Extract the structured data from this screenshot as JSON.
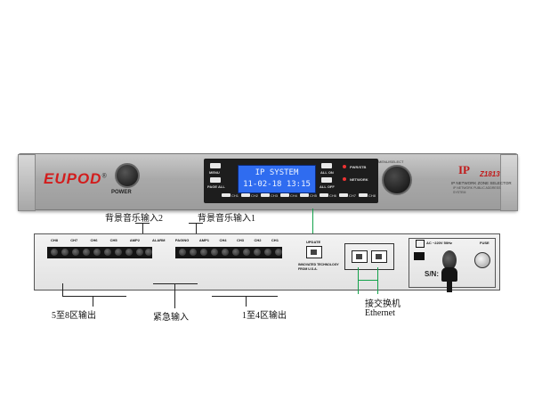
{
  "front": {
    "brand": "EUPOD",
    "brand_mark": "®",
    "power_label": "POWER",
    "display_line1": "IP SYSTEM",
    "display_line2": "11-02-18  13:15",
    "btn_menu": "MENU",
    "btn_page_all": "PAGE ALL",
    "btn_all_on": "ALL ON",
    "btn_all_off": "ALL OFF",
    "led_pwr_stb": "PWR/STB",
    "led_network": "NETWORK",
    "channels": [
      "CH1",
      "CH2",
      "CH3",
      "CH4",
      "CH5",
      "CH6",
      "CH7",
      "CH8"
    ],
    "select_label": "MENU/SELECT",
    "model_prefix": "IP",
    "model_number": "Z1813",
    "model_desc": "IP NETWORK ZONE SELECTOR",
    "model_sub": "IP NETWORK PUBLIC ADDRESS SYSTEM"
  },
  "rear": {
    "left_block_headers": [
      "CH8",
      "CH7",
      "CH6",
      "CH5",
      "AMP2"
    ],
    "right_block_headers": [
      "ALARM",
      "PAGING",
      "AMP1",
      "CH4",
      "CH3",
      "CH2",
      "CH1"
    ],
    "update_label": "UPDATE",
    "company_line": "INNOVATED TECHNOLOGY FROM U.S.A.",
    "ac_label": "AC ~220V 50Hz",
    "fuse_label": "FUSE",
    "sn_label": "S/N:"
  },
  "annotations": {
    "bgm_input_2": "背景音乐输入2",
    "bgm_input_1": "背景音乐输入1",
    "zone_5_8": "5至8区输出",
    "emergency": "紧急输入",
    "zone_1_4": "1至4区输出",
    "switch": "接交换机",
    "ethernet": "Ethernet"
  },
  "colors": {
    "brand_red": "#d21d1d",
    "lcd_blue": "#2f6cf0",
    "network_line": "#13a24b"
  }
}
